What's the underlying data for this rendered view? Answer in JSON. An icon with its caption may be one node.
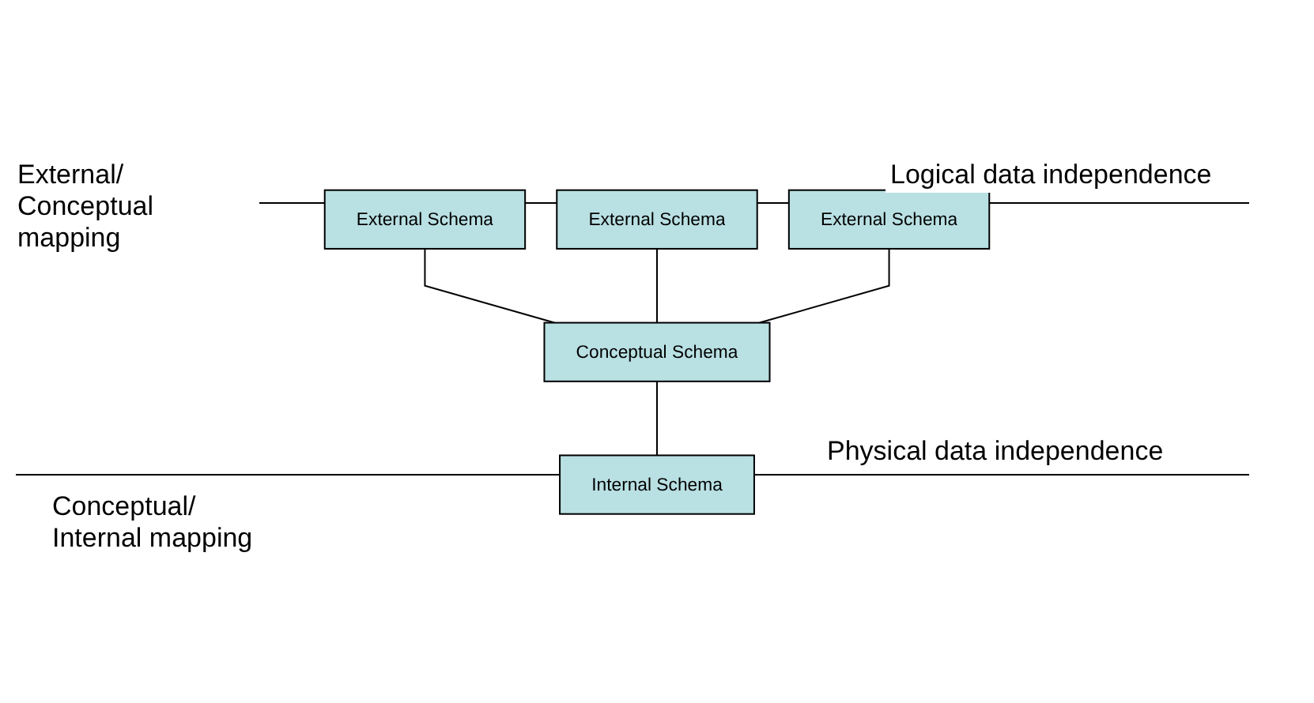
{
  "diagram": {
    "nodes": [
      {
        "text": [
          "External Schema"
        ]
      },
      {
        "text": [
          "External Schema"
        ]
      },
      {
        "text": [
          "External Schema"
        ]
      },
      {
        "text": [
          "Conceptual Schema"
        ]
      },
      {
        "text": [
          "Internal Schema"
        ]
      }
    ],
    "edges": [
      {
        "from": 0,
        "to": 3,
        "arrow": "none"
      },
      {
        "from": 1,
        "to": 3,
        "arrow": "none"
      },
      {
        "from": 2,
        "to": 3,
        "arrow": "none"
      },
      {
        "from": 3,
        "to": 4,
        "arrow": "none"
      }
    ],
    "labels": [
      "External/ Conceptual mapping",
      "Logical data independence",
      "Conceptual/ Internal mapping",
      "Physical data independence"
    ]
  }
}
